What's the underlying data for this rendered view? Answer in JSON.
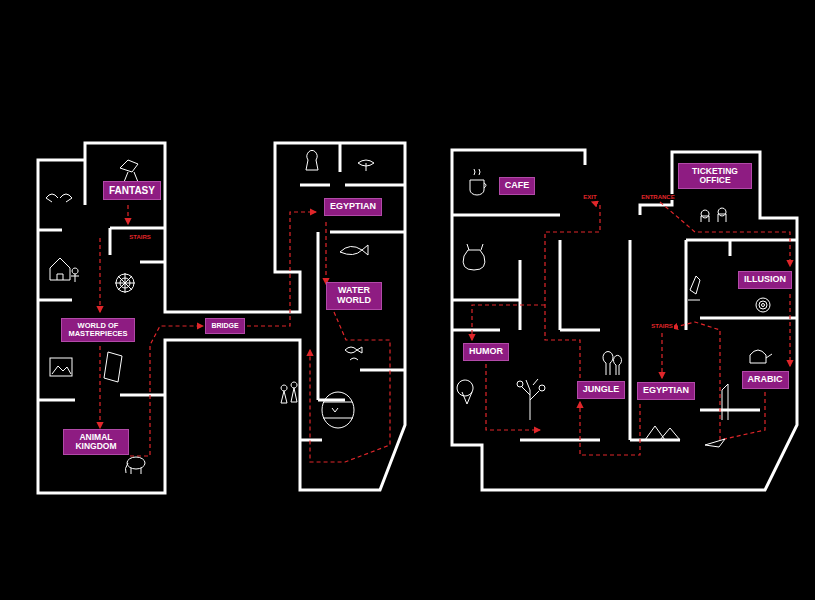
{
  "diagram": {
    "nodes": [
      {
        "text": [
          "FANTASY"
        ]
      },
      {
        "text": [
          "WORLD OF MASTERPIECES"
        ]
      },
      {
        "text": [
          "ANIMAL KINGDOM"
        ]
      },
      {
        "text": [
          "BRIDGE"
        ]
      },
      {
        "text": [
          "EGYPTIAN"
        ]
      },
      {
        "text": [
          "WATER WORLD"
        ]
      },
      {
        "text": [
          "CAFE"
        ]
      },
      {
        "text": [
          "TICKETING OFFICE"
        ]
      },
      {
        "text": [
          "ILLUSION"
        ]
      },
      {
        "text": [
          "HUMOR"
        ]
      },
      {
        "text": [
          "JUNGLE"
        ]
      },
      {
        "text": [
          "EGYPTIAN"
        ]
      },
      {
        "text": [
          "ARABIC"
        ]
      }
    ],
    "labels": [
      "STAIRS",
      "EXIT",
      "ENTRANCE",
      "STAIRS"
    ]
  }
}
